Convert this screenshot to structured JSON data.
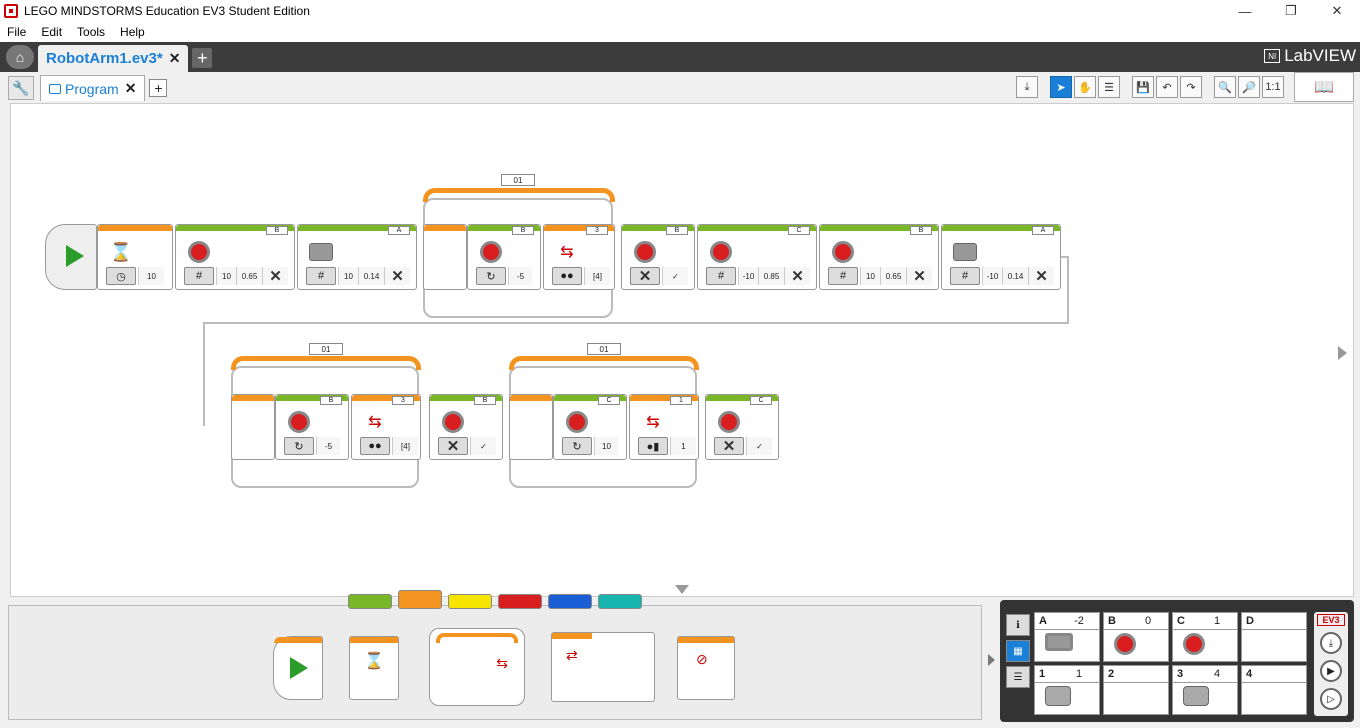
{
  "window": {
    "title": "LEGO MINDSTORMS Education EV3 Student Edition",
    "minimize": "—",
    "maximize": "❐",
    "close": "✕"
  },
  "menu": {
    "items": [
      "File",
      "Edit",
      "Tools",
      "Help"
    ]
  },
  "project": {
    "tab_label": "RobotArm1.ev3*",
    "close": "✕",
    "add": "+",
    "brand": "LabVIEW"
  },
  "page": {
    "program_tab": "Program",
    "close": "✕",
    "add": "+"
  },
  "toolbar": {
    "zoom_reset": "1:1"
  },
  "canvas": {
    "row1": [
      {
        "type": "wait",
        "value": "10"
      },
      {
        "type": "medium",
        "port": "B",
        "v1": "10",
        "v2": "0.65"
      },
      {
        "type": "large",
        "port": "A",
        "v1": "10",
        "v2": "0.14"
      },
      {
        "type": "loop",
        "name": "01",
        "blocks": [
          {
            "type": "medium-on",
            "port": "B",
            "v1": "-5"
          },
          {
            "type": "sensor",
            "port": "3",
            "v1": "[4]"
          }
        ]
      },
      {
        "type": "stop",
        "port": "B"
      },
      {
        "type": "medium",
        "port": "C",
        "v1": "-10",
        "v2": "0.85"
      },
      {
        "type": "medium",
        "port": "B",
        "v1": "10",
        "v2": "0.65"
      },
      {
        "type": "large",
        "port": "A",
        "v1": "-10",
        "v2": "0.14"
      }
    ],
    "row2": [
      {
        "type": "loop",
        "name": "01",
        "blocks": [
          {
            "type": "medium-on",
            "port": "B",
            "v1": "-5"
          },
          {
            "type": "sensor",
            "port": "3",
            "v1": "[4]"
          }
        ]
      },
      {
        "type": "stop",
        "port": "B"
      },
      {
        "type": "loop",
        "name": "01",
        "blocks": [
          {
            "type": "medium-on",
            "port": "C",
            "v1": "10"
          },
          {
            "type": "sensor",
            "port": "1",
            "v1": "1"
          }
        ]
      },
      {
        "type": "stop",
        "port": "C"
      }
    ]
  },
  "palette": {
    "tab_colors": [
      "#7ab728",
      "#f39421",
      "#f5e400",
      "#d81e1e",
      "#1a5fd6",
      "#17b5b0"
    ],
    "active_tab": 1
  },
  "hardware": {
    "ports": [
      {
        "id": "A",
        "value": "-2",
        "device": "lmotor"
      },
      {
        "id": "B",
        "value": "0",
        "device": "motor"
      },
      {
        "id": "C",
        "value": "1",
        "device": "motor"
      },
      {
        "id": "D",
        "value": "",
        "device": ""
      },
      {
        "id": "1",
        "value": "1",
        "device": "ir"
      },
      {
        "id": "2",
        "value": "",
        "device": ""
      },
      {
        "id": "3",
        "value": "4",
        "device": "ir"
      },
      {
        "id": "4",
        "value": "",
        "device": ""
      }
    ],
    "brick_badge": "EV3"
  },
  "colors": {
    "accent": "#1a7fd6",
    "motor": "#d81e1e",
    "action": "#7ab728",
    "flow": "#f39421"
  }
}
